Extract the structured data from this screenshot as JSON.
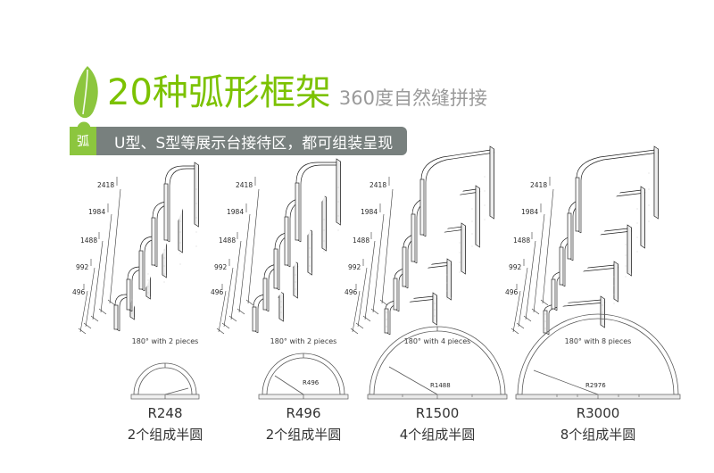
{
  "header": {
    "logo_icon": "leaf-exclamation-icon",
    "title_main": "20种弧形框架",
    "title_sub": "360度自然缝拼接",
    "badge_text": "弧",
    "subtitle_bar": "U型、S型等展示台接待区，都可组装呈现",
    "colors": {
      "green": "#7cc200",
      "badge_green": "#8cc63e",
      "bar_gray": "#78807e",
      "sub_gray": "#9a9a9a"
    }
  },
  "dimension_labels": [
    "2418",
    "1984",
    "1488",
    "992",
    "496"
  ],
  "panels": [
    {
      "pieces_label": "180° with 2 pieces",
      "radius_label": "",
      "code": "R248",
      "description": "2个组成半圆",
      "segments": 2,
      "arc_radius_value": 248,
      "arc_width": 70,
      "tier_count": 5
    },
    {
      "pieces_label": "180° with 2 pieces",
      "radius_label": "R496",
      "code": "R496",
      "description": "2个组成半圆",
      "segments": 2,
      "arc_radius_value": 496,
      "arc_width": 92,
      "tier_count": 5
    },
    {
      "pieces_label": "180° with 4 pieces",
      "radius_label": "R1488",
      "code": "R1500",
      "description": "4个组成半圆",
      "segments": 4,
      "arc_radius_value": 1488,
      "arc_width": 152,
      "tier_count": 5
    },
    {
      "pieces_label": "180° with 8 pieces",
      "radius_label": "R2976",
      "code": "R3000",
      "description": "8个组成半圆",
      "segments": 8,
      "arc_radius_value": 2976,
      "arc_width": 180,
      "tier_count": 5
    }
  ]
}
